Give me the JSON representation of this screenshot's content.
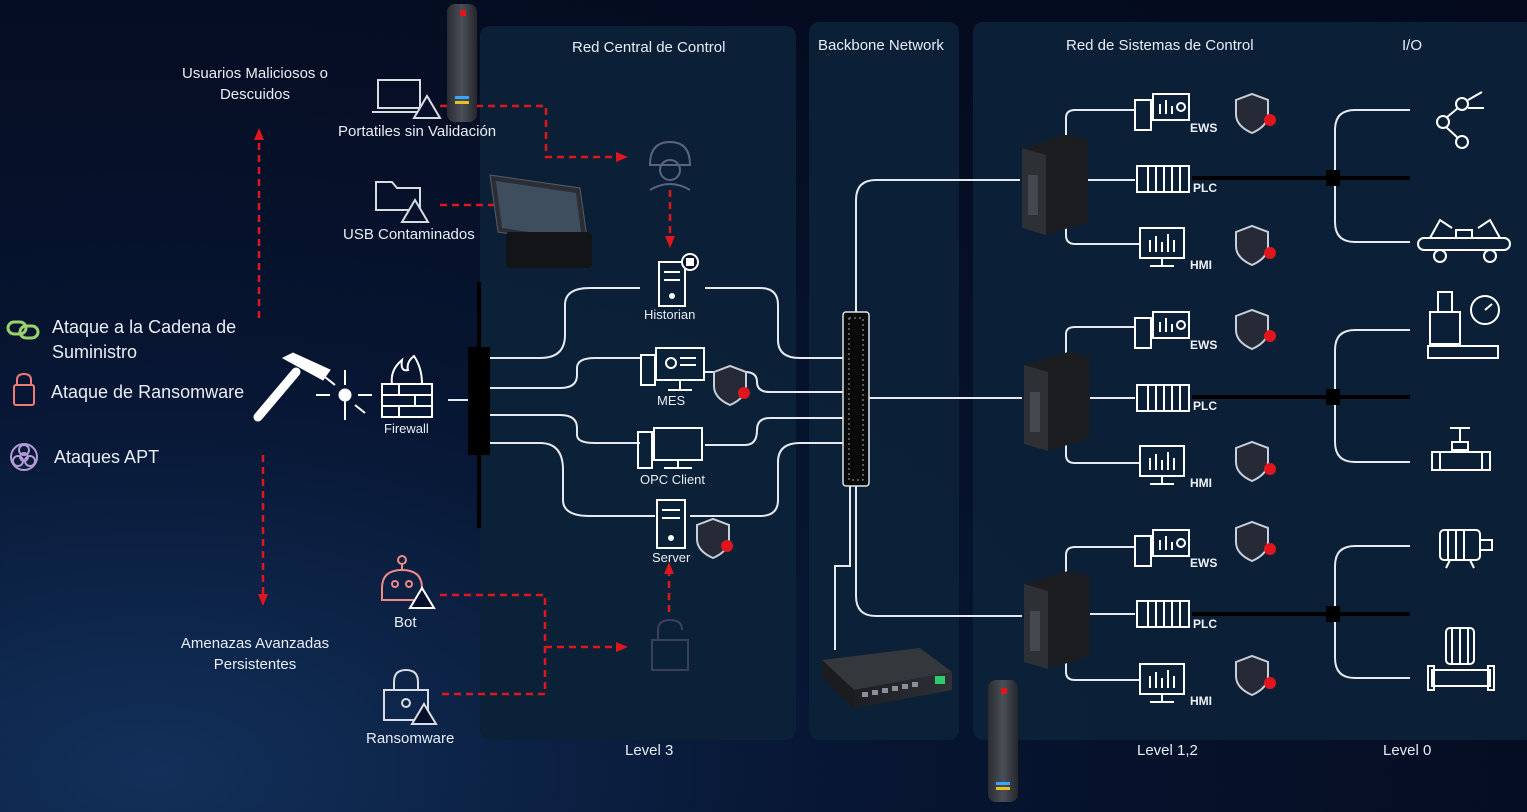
{
  "zones": {
    "level3_title": "Red Central de Control",
    "backbone_title": "Backbone Network",
    "control_title": "Red de Sistemas de Control",
    "io_title": "I/O"
  },
  "levels": {
    "level3": "Level 3",
    "level12": "Level 1,2",
    "level0": "Level 0"
  },
  "legend": [
    {
      "label": "Ataque a la Cadena de Suministro",
      "icon": "chain-link-icon"
    },
    {
      "label": "Ataque de Ransomware",
      "icon": "padlock-icon"
    },
    {
      "label": "Ataques APT",
      "icon": "biohazard-icon"
    }
  ],
  "threats": {
    "top": "Usuarios Maliciosos o Descuidos",
    "bottom": "Amenazas Avanzadas Persistentes",
    "laptops": "Portatiles sin Validación",
    "usb": "USB Contaminados",
    "bot": "Bot",
    "ransomware": "Ransomware"
  },
  "devices": {
    "firewall": "Firewall",
    "historian": "Historian",
    "mes": "MES",
    "opc": "OPC Client",
    "server": "Server"
  },
  "control_rows": [
    {
      "ews": "EWS",
      "plc": "PLC",
      "hmi": "HMI"
    },
    {
      "ews": "EWS",
      "plc": "PLC",
      "hmi": "HMI"
    },
    {
      "ews": "EWS",
      "plc": "PLC",
      "hmi": "HMI"
    }
  ],
  "colors": {
    "threat_red": "#e0161e",
    "line_white": "#e6eaf0",
    "panel": "#0c2238",
    "background": "#050d22"
  }
}
